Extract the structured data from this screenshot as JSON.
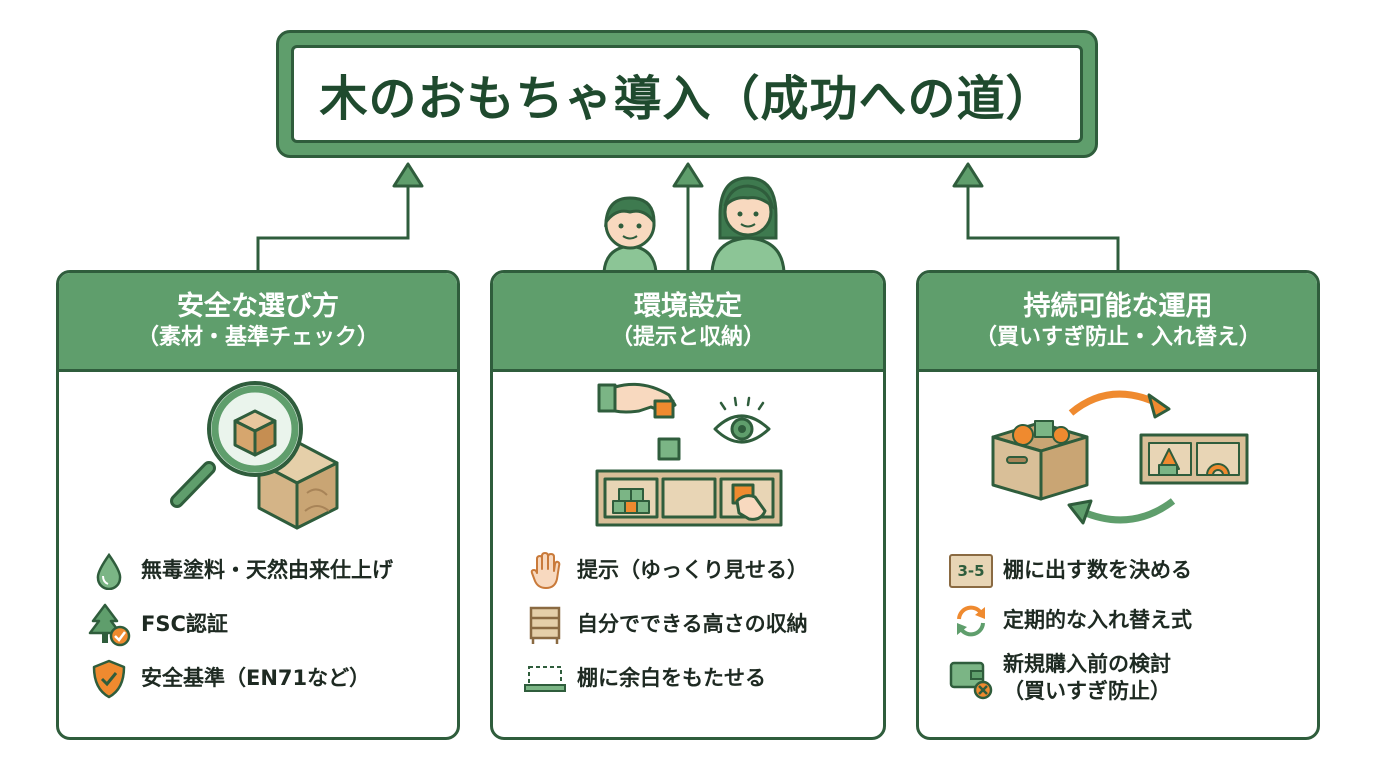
{
  "title": "木のおもちゃ導入（成功への道）",
  "colors": {
    "primary": "#5f9e6c",
    "dark": "#2f5d3c",
    "wood": "#d9bf98",
    "orange": "#ef8a2f"
  },
  "cards": [
    {
      "title": "安全な選び方",
      "subtitle": "（素材・基準チェック）",
      "illustration": "magnifier-over-wooden-blocks",
      "items": [
        {
          "icon": "water-drop-icon",
          "text": "無毒塗料・天然由来仕上げ"
        },
        {
          "icon": "tree-check-icon",
          "text": "FSC認証"
        },
        {
          "icon": "shield-check-icon",
          "text": "安全基準（EN71など）"
        }
      ]
    },
    {
      "title": "環境設定",
      "subtitle": "（提示と収納）",
      "illustration": "hand-placing-block-eye-shelf",
      "items": [
        {
          "icon": "hand-icon",
          "text": "提示（ゆっくり見せる）"
        },
        {
          "icon": "shelf-icon",
          "text": "自分でできる高さの収納"
        },
        {
          "icon": "empty-shelf-icon",
          "text": "棚に余白をもたせる"
        }
      ]
    },
    {
      "title": "持続可能な運用",
      "subtitle": "（買いすぎ防止・入れ替え）",
      "illustration": "box-and-shelf-rotation",
      "items": [
        {
          "icon": "number-badge-icon",
          "badge": "3-5",
          "text": "棚に出す数を決める"
        },
        {
          "icon": "rotate-arrows-icon",
          "text": "定期的な入れ替え式"
        },
        {
          "icon": "wallet-x-icon",
          "text": "新規購入前の検討",
          "text2": "（買いすぎ防止）"
        }
      ]
    }
  ]
}
